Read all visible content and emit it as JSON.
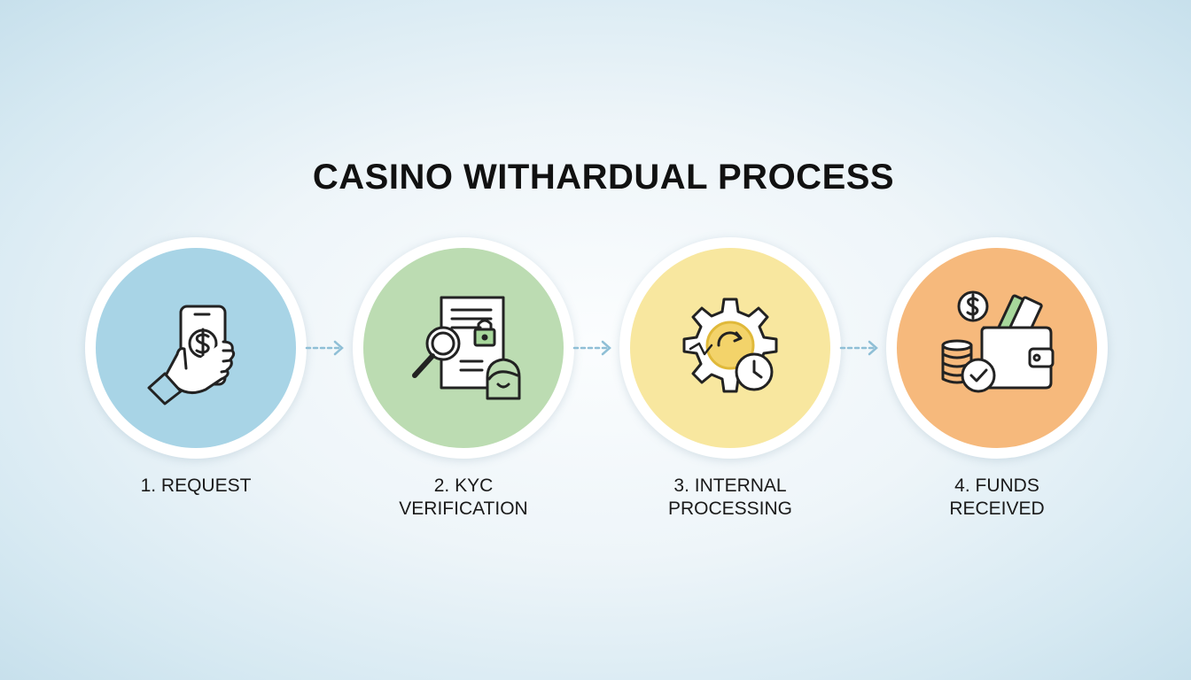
{
  "title": "CASINO WITHARDUAL PROCESS",
  "steps": [
    {
      "line1": "1. REQUEST",
      "line2": "",
      "color": "#a8d4e6",
      "icon": "hand-phone-dollar-icon"
    },
    {
      "line1": "2. KYC",
      "line2": "VERIFICATION",
      "color": "#bcdcb2",
      "icon": "document-magnifier-lock-person-icon"
    },
    {
      "line1": "3. INTERNAL",
      "line2": "PROCESSING",
      "color": "#f8e79f",
      "icon": "gear-clock-icon"
    },
    {
      "line1": "4. FUNDS",
      "line2": "RECEIVED",
      "color": "#f6b97c",
      "icon": "wallet-coins-check-icon"
    }
  ],
  "colors": {
    "arrow": "#8fbfd6",
    "icon_stroke": "#222222",
    "accent_gold": "#e0b93a",
    "accent_green": "#a7d79b"
  }
}
